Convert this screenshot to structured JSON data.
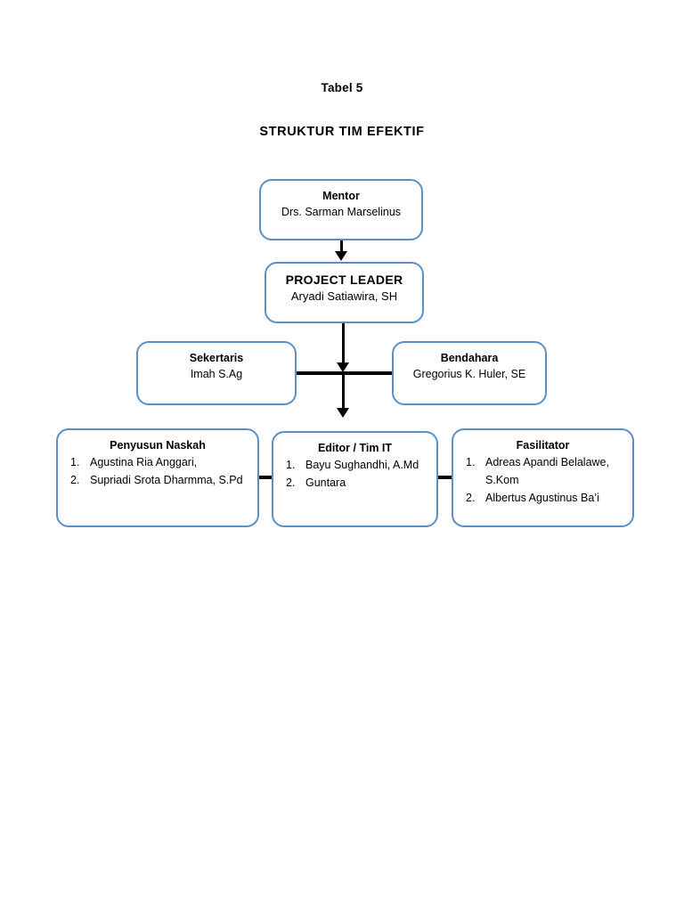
{
  "document": {
    "table_label": "Tabel 5",
    "chart_title": "STRUKTUR TIM EFEKTIF"
  },
  "theme": {
    "box_border_color": "#5B8FC7",
    "connector_color": "#000000",
    "background_color": "#FFFFFF",
    "text_color": "#000000"
  },
  "chart_data": {
    "type": "diagram",
    "diagram_kind": "organization-chart",
    "title": "STRUKTUR TIM EFEKTIF",
    "nodes": [
      {
        "id": "mentor",
        "level": 1,
        "title": "Mentor",
        "subtitle": "Drs. Sarman Marselinus",
        "members": []
      },
      {
        "id": "project-leader",
        "level": 2,
        "title": "PROJECT LEADER",
        "subtitle": "Aryadi Satiawira, SH",
        "members": []
      },
      {
        "id": "sekertaris",
        "level": 3,
        "title": "Sekertaris",
        "subtitle": "Imah S.Ag",
        "members": []
      },
      {
        "id": "bendahara",
        "level": 3,
        "title": "Bendahara",
        "subtitle": "Gregorius K. Huler, SE",
        "members": []
      },
      {
        "id": "penyusun-naskah",
        "level": 4,
        "title": "Penyusun Naskah",
        "subtitle": "",
        "members": [
          {
            "num": "1.",
            "name": "Agustina Ria Anggari,"
          },
          {
            "num": "2.",
            "name": "Supriadi Srota Dharmma, S.Pd"
          }
        ]
      },
      {
        "id": "editor-tim-it",
        "level": 4,
        "title": "Editor / Tim IT",
        "subtitle": "",
        "members": [
          {
            "num": "1.",
            "name": "Bayu Sughandhi, A.Md"
          },
          {
            "num": "2.",
            "name": "Guntara"
          }
        ]
      },
      {
        "id": "fasilitator",
        "level": 4,
        "title": "Fasilitator",
        "subtitle": "",
        "members": [
          {
            "num": "1.",
            "name": "Adreas Apandi Belalawe,"
          },
          {
            "num": "",
            "name": "S.Kom"
          },
          {
            "num": "2.",
            "name": "Albertus Agustinus Ba’i"
          }
        ]
      }
    ],
    "edges": [
      {
        "from": "mentor",
        "to": "project-leader",
        "style": "arrow-down"
      },
      {
        "from": "project-leader",
        "to": "hub",
        "style": "arrow-down"
      },
      {
        "from": "sekertaris",
        "to": "hub",
        "style": "line-horizontal"
      },
      {
        "from": "hub",
        "to": "bendahara",
        "style": "line-horizontal"
      },
      {
        "from": "hub",
        "to": "editor-tim-it",
        "style": "arrow-down"
      },
      {
        "from": "penyusun-naskah",
        "to": "editor-tim-it",
        "style": "line-horizontal"
      },
      {
        "from": "editor-tim-it",
        "to": "fasilitator",
        "style": "line-horizontal"
      }
    ]
  }
}
